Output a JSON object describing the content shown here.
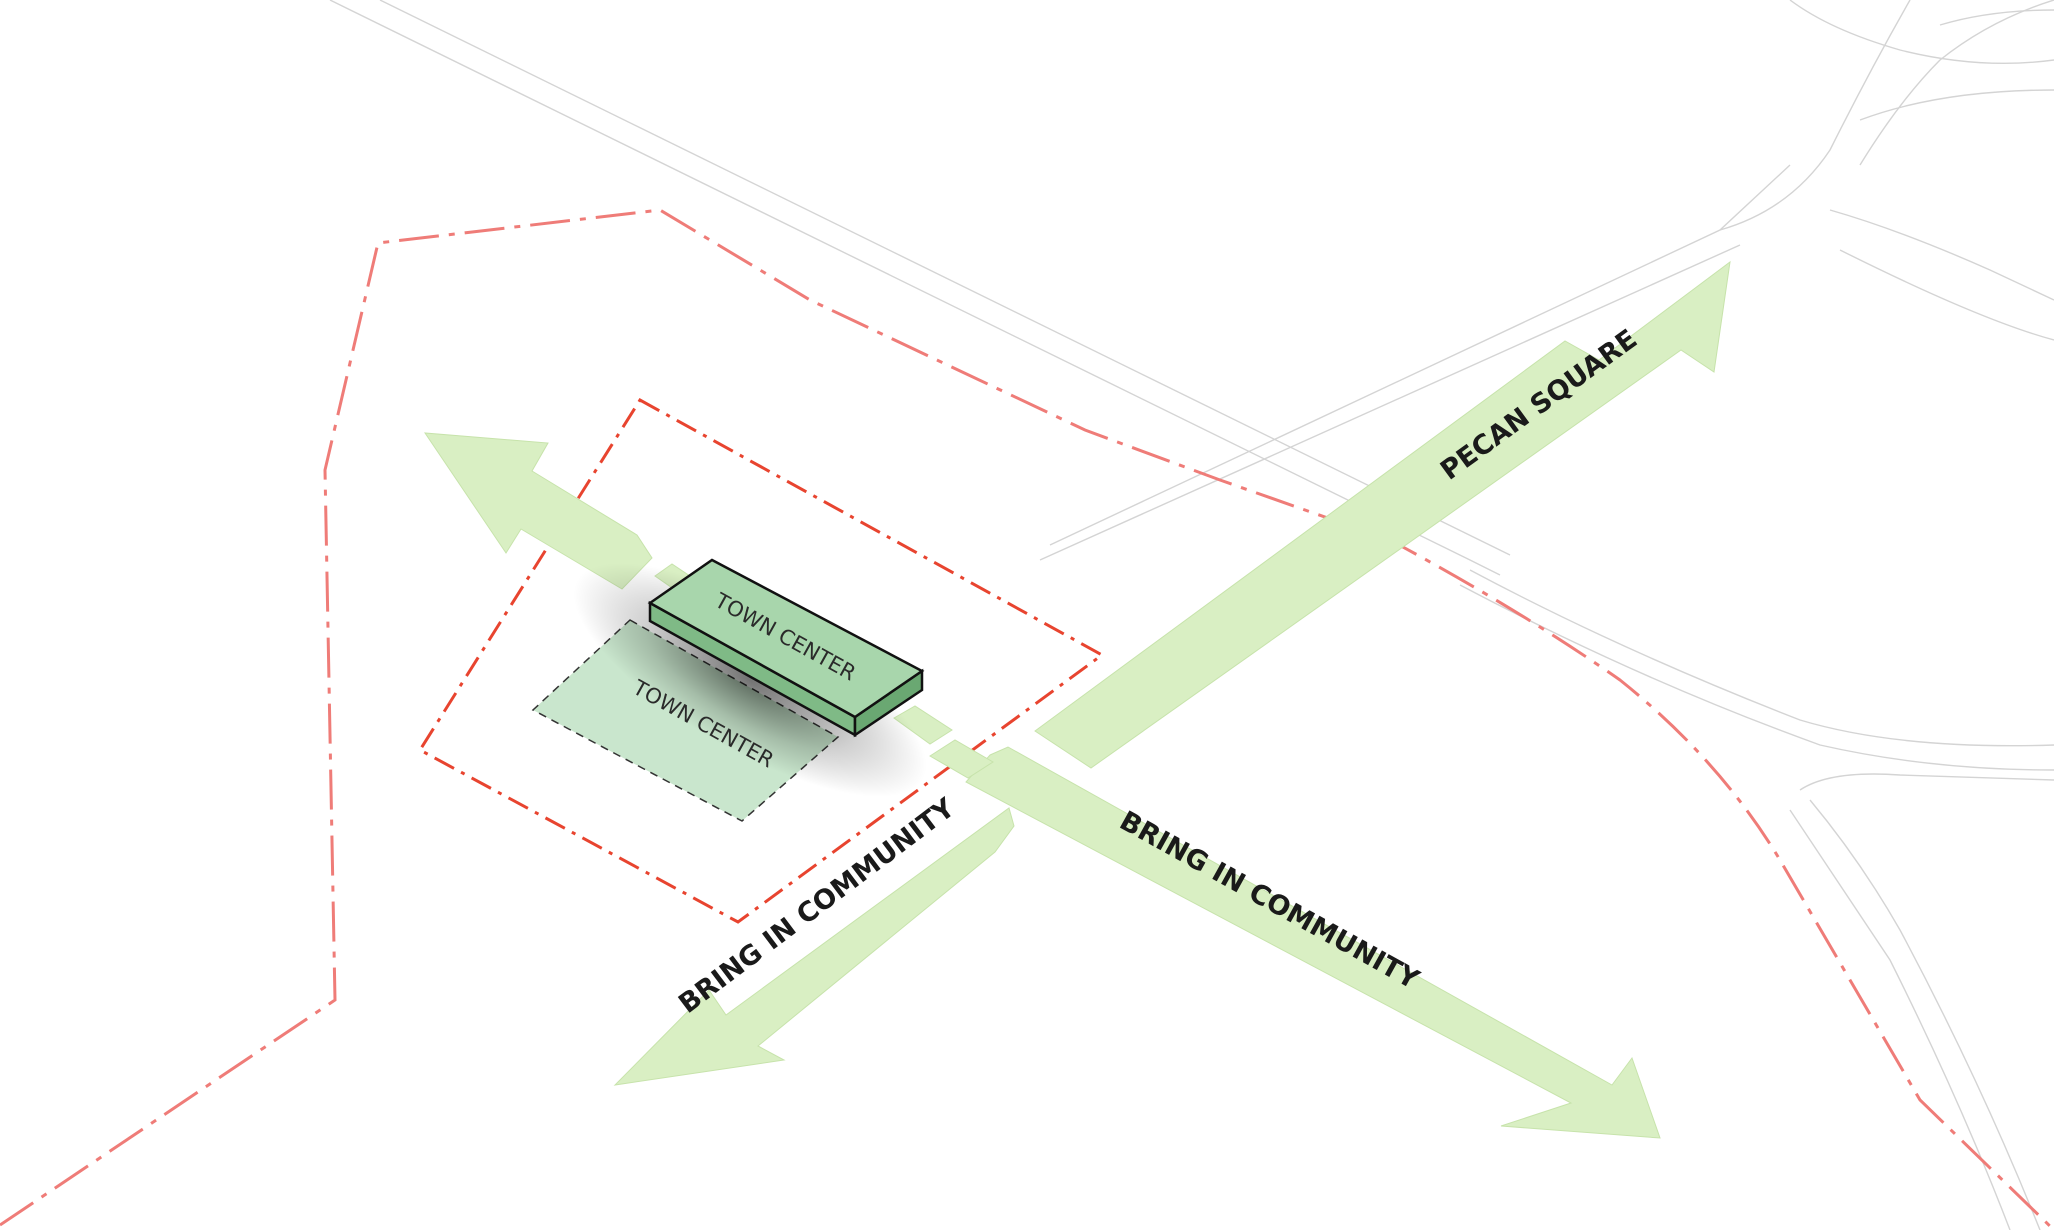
{
  "diagram": {
    "colors": {
      "arrow_fill": "#d9efc3",
      "boundary_red": "#e8442f",
      "boundary_pink": "#ef7c78",
      "road_line": "#cfcfcf",
      "building_top": "#a8d6ac",
      "building_side": "#7fba86",
      "footprint_fill": "#c9e6cd"
    },
    "labels": {
      "pecan_square": "PECAN SQUARE",
      "community_left": "BRING IN COMMUNITY",
      "community_right": "BRING IN COMMUNITY",
      "town_center_building": "TOWN CENTER",
      "town_center_footprint": "TOWN CENTER"
    }
  }
}
